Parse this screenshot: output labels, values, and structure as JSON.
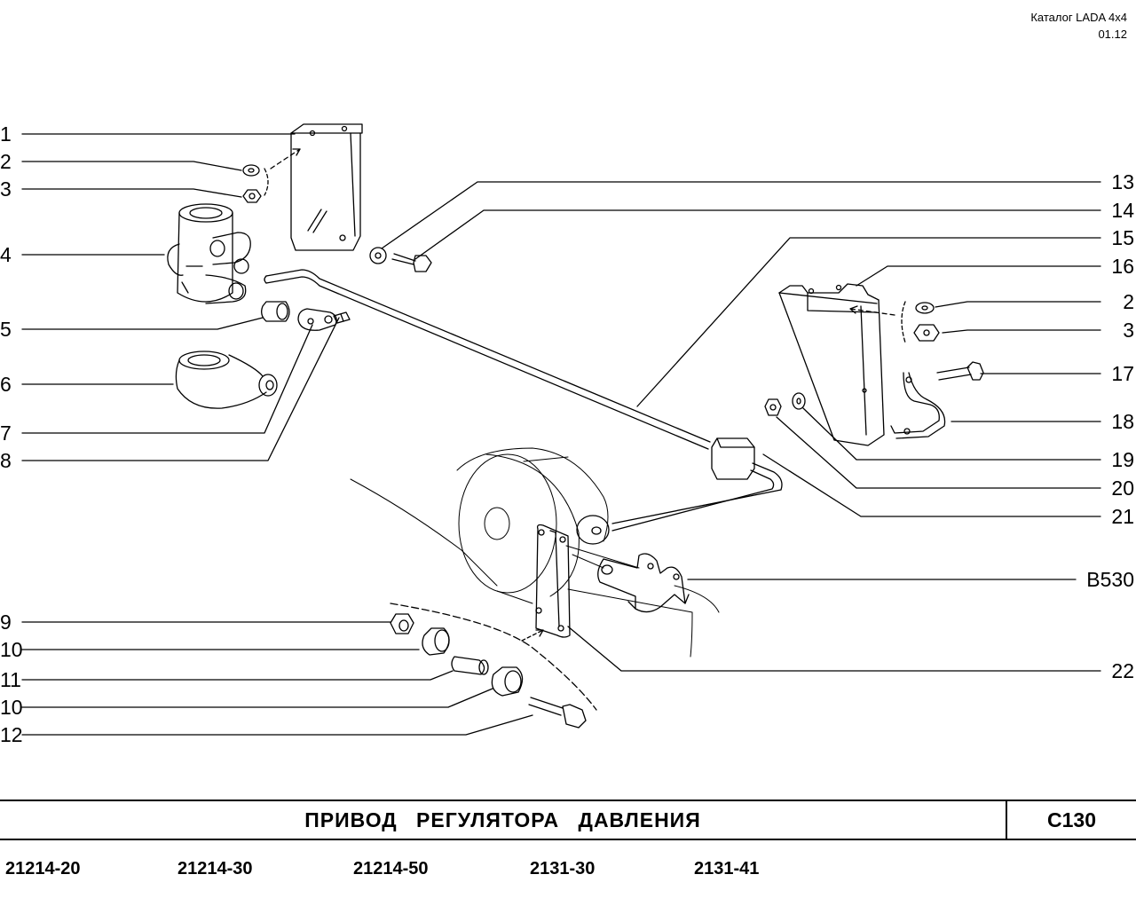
{
  "header": {
    "catalog": "Каталог  LADA  4x4",
    "issue": "01.12"
  },
  "title_block": {
    "title": "ПРИВОД  РЕГУЛЯТОРА  ДАВЛЕНИЯ",
    "code": "C130"
  },
  "models": [
    "21214-20",
    "21214-30",
    "21214-50",
    "2131-30",
    "2131-41"
  ],
  "callouts": {
    "left": [
      "1",
      "2",
      "3",
      "4",
      "5",
      "6",
      "7",
      "8",
      "9",
      "10",
      "11",
      "10",
      "12"
    ],
    "right": [
      "13",
      "14",
      "15",
      "16",
      "2",
      "3",
      "17",
      "18",
      "19",
      "20",
      "21",
      "B530",
      "22"
    ]
  }
}
